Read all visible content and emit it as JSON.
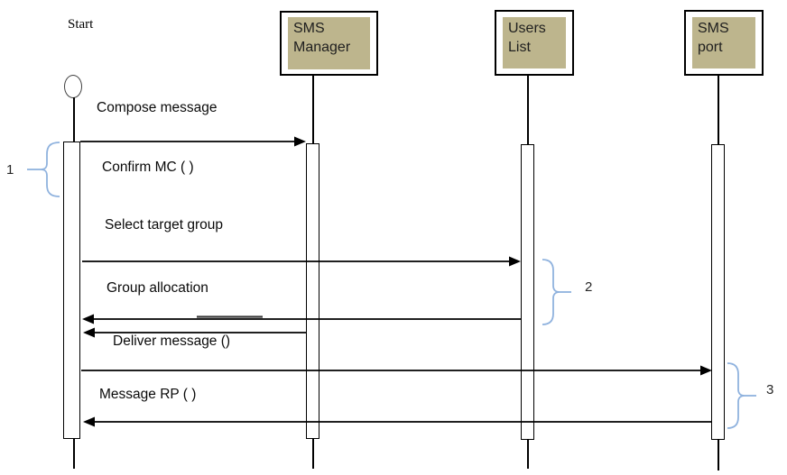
{
  "diagram_type": "uml-sequence-diagram",
  "actors": {
    "start": "Start",
    "sms_manager": "SMS\nManager",
    "users_list": "Users\nList",
    "sms_port": "SMS\nport"
  },
  "messages": {
    "compose": "Compose message",
    "confirm": "Confirm MC ( )",
    "select": "Select target group",
    "group_allocation": "Group allocation",
    "deliver": "Deliver message ()",
    "message_rp": "Message RP ( )"
  },
  "annotations": {
    "region1": "1",
    "region2": "2",
    "region3": "3"
  },
  "arrows": [
    {
      "from": "Start",
      "to": "SMS Manager"
    },
    {
      "from": "Start",
      "to": "Users List"
    },
    {
      "from": "Users List",
      "to": "Start"
    },
    {
      "from": "SMS Manager",
      "to": "Start"
    },
    {
      "from": "Start",
      "to": "SMS port"
    },
    {
      "from": "SMS port",
      "to": "Start"
    }
  ],
  "colors": {
    "background": "#FFFFFF",
    "box_fill": "#BDB58D",
    "box_border": "#000000",
    "line": "#000000",
    "brace": "#8FB2DE",
    "text": "#1F1F1F"
  }
}
